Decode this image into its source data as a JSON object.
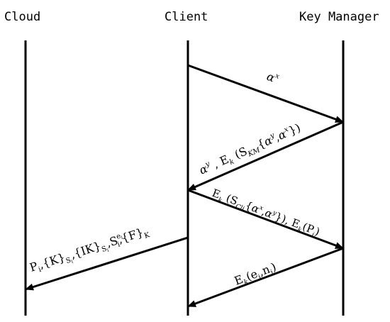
{
  "participants": {
    "cloud": "Cloud",
    "client": "Client",
    "key_manager": "Key Manager"
  },
  "messages": [
    {
      "from": "Client",
      "to": "Key Manager",
      "label": "α^x",
      "parts": {
        "base": "α",
        "sup": "x"
      }
    },
    {
      "from": "Key Manager",
      "to": "Client",
      "label": "α^y , E_k (S_KM {α^y , α^x })",
      "parts": {
        "a": "α",
        "a_sup_y": "y",
        "comma": " , ",
        "E": "E",
        "k": "k",
        "S": "(S",
        "KM": "KM",
        "brace_open": "{",
        "brace_close": "})"
      }
    },
    {
      "from": "Client",
      "to": "Key Manager",
      "label": "E_k (S_Cli {α^x , α^y }), E_k (P_i )",
      "parts": {
        "E": "E",
        "k": "k",
        "S": "(S",
        "Cli": "Cli",
        "brace_open": "{",
        "mid": ",",
        "close": "}), ",
        "P": "(P",
        "i": "i",
        "paren": ")"
      }
    },
    {
      "from": "Key Manager",
      "to": "Client",
      "label": "E_k (e_i , n_i )",
      "parts": {
        "E": "E",
        "k": "k",
        "open": "(e",
        "i": "i",
        "mid": ",n",
        "close": ")"
      }
    },
    {
      "from": "Client",
      "to": "Cloud",
      "label": "P_i ,{K}_Si ,{IK}_Si ,S_i^ei ,{F}_K",
      "parts": {
        "P": "P",
        "i": "i",
        "K1": ",{K}",
        "S": "S",
        "IK": ",{IK}",
        "Scomma": ",S",
        "e": "e",
        "F": ",{F}",
        "Kc": "K",
        "comma": ","
      }
    }
  ]
}
